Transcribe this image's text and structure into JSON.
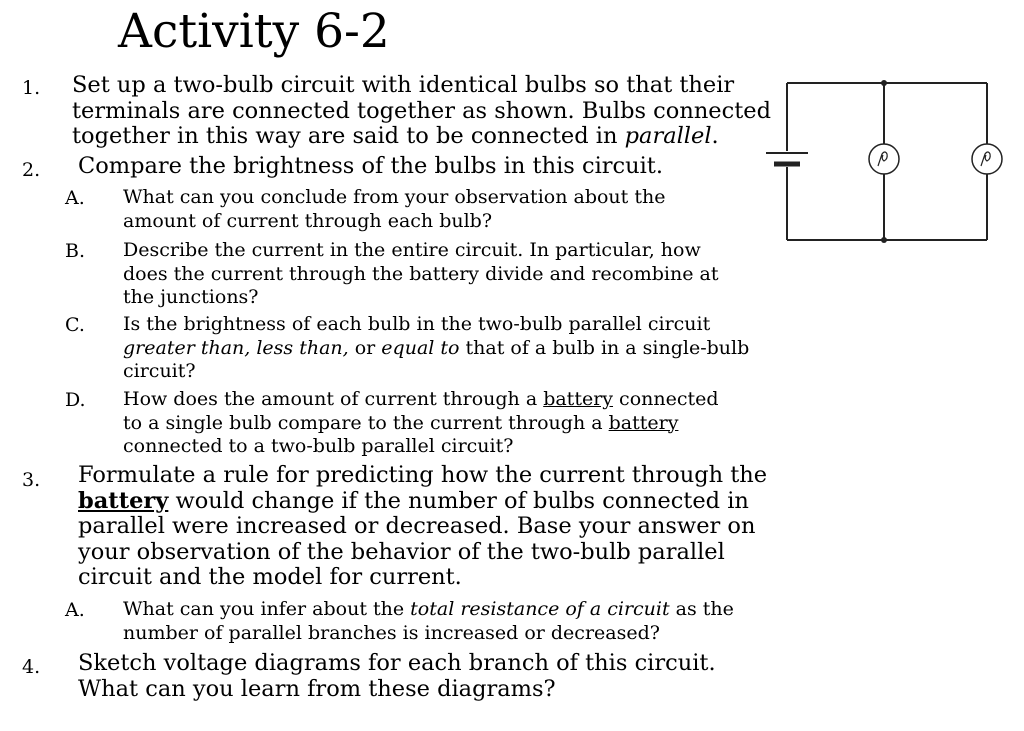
{
  "title": "Activity 6-2",
  "items": {
    "q1": {
      "number": "1.",
      "lines": [
        "Set up a two-bulb circuit with identical bulbs so that their",
        "terminals are connected together as shown.  Bulbs connected",
        "together in this way are said to be connected in "
      ],
      "italic_word": "parallel",
      "end": "."
    },
    "q2": {
      "number": "2.",
      "text": "Compare the brightness of the bulbs in this circuit.",
      "A": {
        "letter": "A.",
        "lines": [
          "What can you conclude from your observation about the",
          "amount of current through each bulb?"
        ]
      },
      "B": {
        "letter": "B.",
        "lines": [
          "Describe the current in the entire circuit. In particular, how",
          "does the current through the battery divide and recombine at",
          "the junctions?"
        ]
      },
      "C": {
        "letter": "C.",
        "line1": "Is the brightness of each bulb in the two-bulb parallel circuit",
        "greater_than": "greater than,",
        "less_than": "less than,",
        "or": " or ",
        "equal_to": "equal to",
        "line2_rest": " that of a bulb in a single-bulb",
        "line3": "circuit?"
      },
      "D": {
        "letter": "D.",
        "l1_pre": "How does the amount of current through a ",
        "battery1": "battery",
        "l1_post": " connected",
        "l2_pre": "to a single bulb compare to the current through a ",
        "battery2": "battery",
        "l3": "connected to a two-bulb parallel circuit?"
      }
    },
    "q3": {
      "number": "3.",
      "l1": "Formulate a rule for predicting how the current through the",
      "battery": "battery",
      "l2_rest": " would change if the number of bulbs connected in",
      "l3": "parallel were increased or decreased.  Base your answer on",
      "l4": "your observation of the behavior of the two-bulb parallel",
      "l5": "circuit and the model for current.",
      "A": {
        "letter": "A.",
        "pre": "What can you infer about the ",
        "italic": "total resistance of a circuit",
        "post": " as the",
        "l2": "number of parallel branches is increased or decreased?"
      }
    },
    "q4": {
      "number": "4.",
      "l1": "Sketch voltage diagrams for each branch of this circuit.",
      "l2": "What can you learn from these diagrams?"
    }
  },
  "diagram": {
    "components": [
      "battery",
      "bulb",
      "bulb"
    ],
    "line_color": "#222222"
  }
}
